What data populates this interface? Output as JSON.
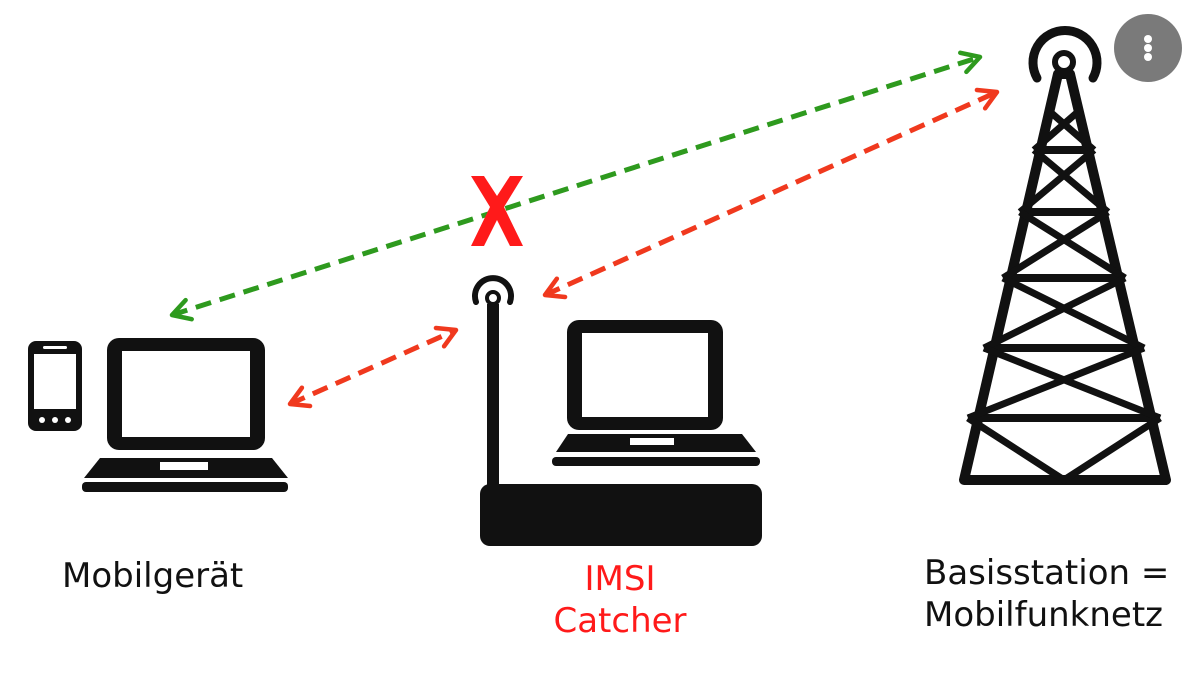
{
  "labels": {
    "mobile": "Mobilgerät",
    "imsi_line1": "IMSI",
    "imsi_line2": "Catcher",
    "base_line1": "Basisstation =",
    "base_line2": "Mobilfunknetz"
  },
  "colors": {
    "legit_link": "#2e9a1e",
    "fake_link": "#f0391e",
    "blocked_mark": "#ff1a1a",
    "imsi_text": "#ff1a1a",
    "ink": "#111111"
  },
  "icons": {
    "phone": "smartphone-icon",
    "laptop": "laptop-icon",
    "antenna": "antenna-icon",
    "tower": "cell-tower-icon",
    "blocked": "cross-mark-icon",
    "menu": "more-vertical-icon"
  }
}
